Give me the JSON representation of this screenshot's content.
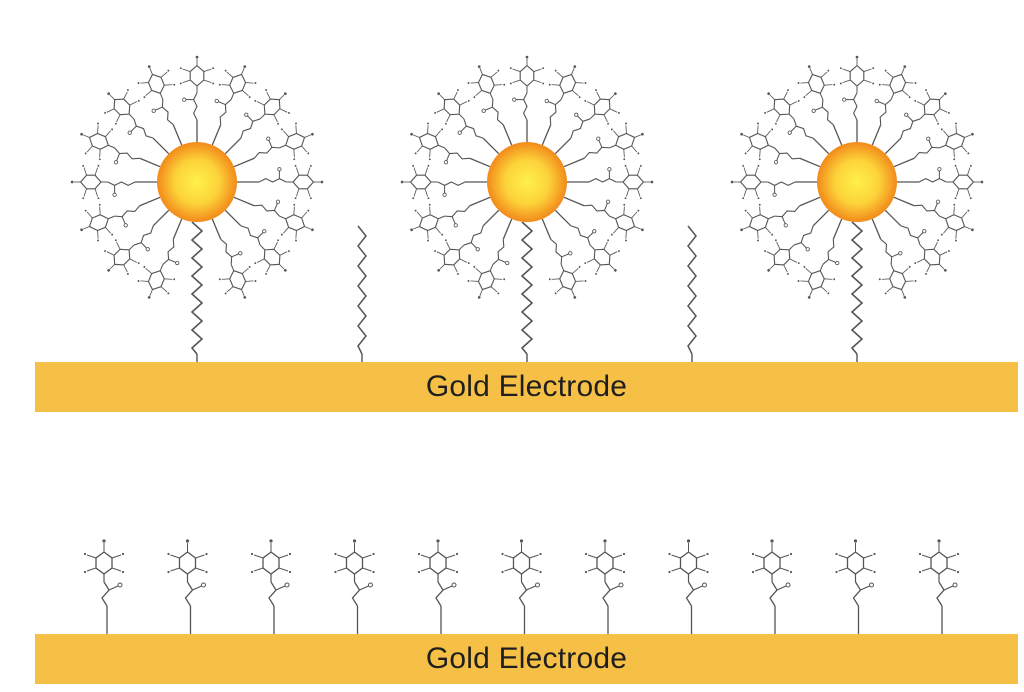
{
  "top_panel": {
    "electrode_label": "Gold Electrode",
    "nanoparticle_count": 3,
    "spacer_chain_count": 2
  },
  "bottom_panel": {
    "electrode_label": "Gold Electrode",
    "molecule_count": 11
  },
  "colors": {
    "electrode": "#f6bf45",
    "nanoparticle_core": "#fff04a",
    "nanoparticle_edge": "#f28a1a",
    "structure_line": "#555555"
  }
}
